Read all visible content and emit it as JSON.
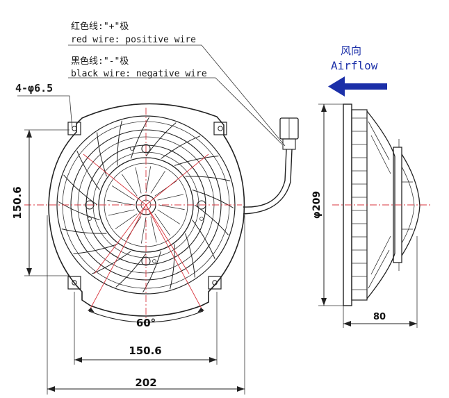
{
  "annotations": {
    "red_wire_cn": "红色线:\"+\"极",
    "red_wire_en": "red wire: positive wire",
    "black_wire_cn": "黑色线:\"-\"极",
    "black_wire_en": "black wire: negative wire",
    "holes": "4-φ6.5",
    "wind_cn": "风向",
    "airflow": "Airflow"
  },
  "dimensions": {
    "hole_spacing_vertical": "150.6",
    "hole_spacing_horizontal": "150.6",
    "overall_width": "202",
    "angle": "60°",
    "diameter": "φ209",
    "depth": "80"
  },
  "colors": {
    "centerline": "#d9363e",
    "airflow_arrow": "#1b2fa8",
    "outline": "#222222"
  }
}
